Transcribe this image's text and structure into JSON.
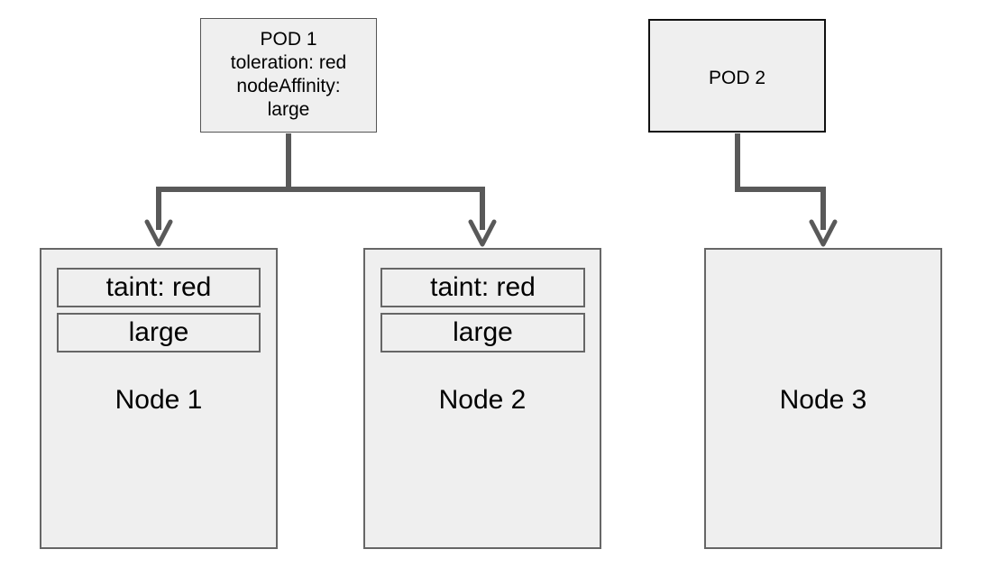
{
  "diagram": {
    "pods": [
      {
        "id": "pod1",
        "lines": [
          "POD 1",
          "toleration: red",
          "nodeAffinity:",
          "large"
        ]
      },
      {
        "id": "pod2",
        "label": "POD 2"
      }
    ],
    "nodes": [
      {
        "id": "node1",
        "label": "Node 1",
        "tags": [
          "taint: red",
          "large"
        ]
      },
      {
        "id": "node2",
        "label": "Node 2",
        "tags": [
          "taint: red",
          "large"
        ]
      },
      {
        "id": "node3",
        "label": "Node 3",
        "tags": []
      }
    ],
    "edges": [
      {
        "from": "pod1",
        "to": "node1"
      },
      {
        "from": "pod1",
        "to": "node2"
      },
      {
        "from": "pod2",
        "to": "node3"
      }
    ],
    "colors": {
      "box_fill": "#efefef",
      "box_border": "#666666",
      "connector": "#595959"
    }
  }
}
